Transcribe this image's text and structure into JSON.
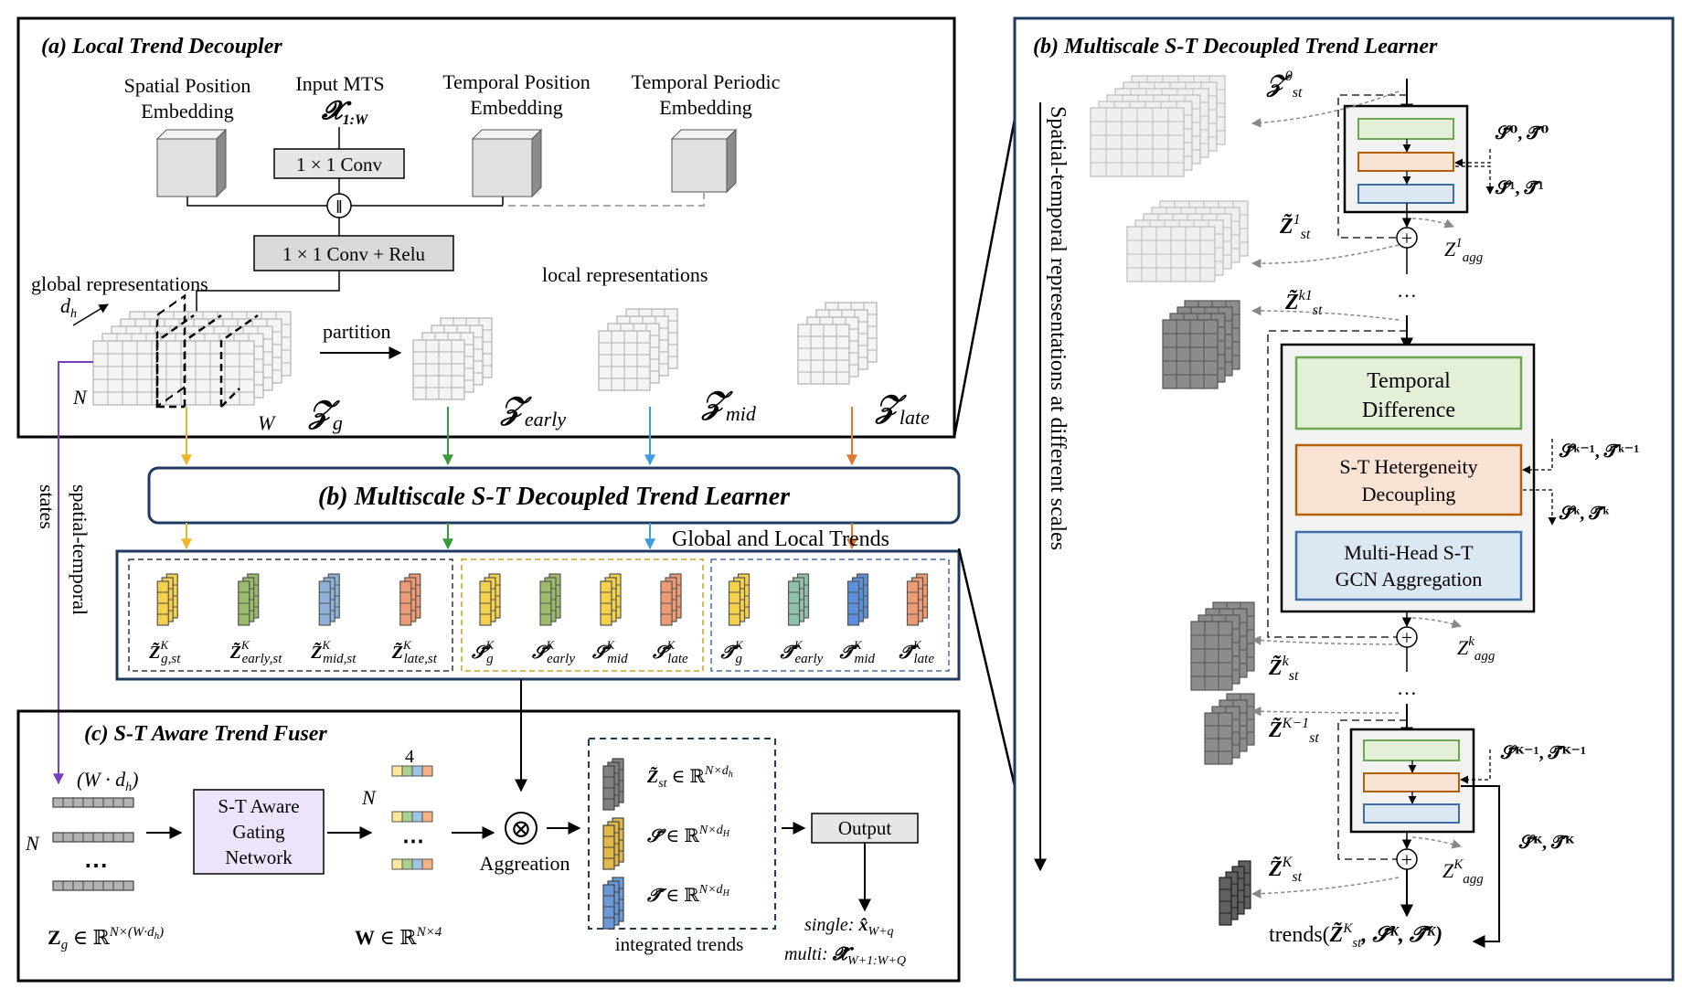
{
  "panel_a": {
    "title": "(a) Local Trend Decoupler",
    "spatial_pos_label": [
      "Spatial Position",
      "Embedding"
    ],
    "input_label": "Input MTS",
    "input_symbol": "𝓧",
    "input_sub": "1:W",
    "temporal_pos_label": [
      "Temporal Position",
      "Embedding"
    ],
    "temporal_per_label": [
      "Temporal Periodic",
      "Embedding"
    ],
    "conv1": "1 × 1 Conv",
    "conv2": "1 × 1 Conv + Relu",
    "concat_symbol": "‖",
    "global_label": "global representations",
    "local_label": "local representations",
    "dh_label": "d",
    "dh_sub": "h",
    "partition_label": "partition",
    "n_label": "N",
    "w_label": "W",
    "zg": "𝒵",
    "zg_sub": "g",
    "zearly": "𝒵",
    "zearly_sub": "early",
    "zmid": "𝒵",
    "zmid_sub": "mid",
    "zlate": "𝒵",
    "zlate_sub": "late"
  },
  "side": {
    "st_states": [
      "spatial-temporal",
      "states"
    ],
    "learner_title": "(b) Multiscale S-T Decoupled Trend Learner",
    "trends_label": "Global and Local Trends"
  },
  "trend_groups": [
    {
      "border": "#333333",
      "items": [
        {
          "sym": "Z̃",
          "sup": "K",
          "sub": "g,st",
          "color": "#f5d04a"
        },
        {
          "sym": "Z̃",
          "sup": "K",
          "sub": "early,st",
          "color": "#9bbb6b"
        },
        {
          "sym": "Z̃",
          "sup": "K",
          "sub": "mid,st",
          "color": "#8fb0d9"
        },
        {
          "sym": "Z̃",
          "sup": "K",
          "sub": "late,st",
          "color": "#ee9a72"
        }
      ]
    },
    {
      "border": "#c8a020",
      "items": [
        {
          "sym": "𝒮̃",
          "sup": "K",
          "sub": "g",
          "color": "#f5d04a"
        },
        {
          "sym": "𝒮̃",
          "sup": "K",
          "sub": "early",
          "color": "#9bbb6b"
        },
        {
          "sym": "𝒮̃",
          "sup": "K",
          "sub": "mid",
          "color": "#f5d04a"
        },
        {
          "sym": "𝒮̃",
          "sup": "K",
          "sub": "late",
          "color": "#ee9a72"
        }
      ]
    },
    {
      "border": "#4a6fa5",
      "items": [
        {
          "sym": "𝒯̃",
          "sup": "K",
          "sub": "g",
          "color": "#f5d04a"
        },
        {
          "sym": "𝒯̃",
          "sup": "K",
          "sub": "early",
          "color": "#8fc2a8"
        },
        {
          "sym": "𝒯̃",
          "sup": "K",
          "sub": "mid",
          "color": "#5b8fd9"
        },
        {
          "sym": "𝒯̃",
          "sup": "K",
          "sub": "late",
          "color": "#ee9a72"
        }
      ]
    }
  ],
  "panel_c": {
    "title": "(c) S-T Aware Trend Fuser",
    "wdh_label": "(W · d",
    "wdh_sub": "h",
    "wdh_close": ")",
    "n_label": "N",
    "gating": [
      "S-T Aware",
      "Gating",
      "Network"
    ],
    "four_label": "4",
    "n2_label": "N",
    "dots": "⋯",
    "aggregation": "Aggreation",
    "otimes": "⊗",
    "zg_formula": "Z",
    "zg_formula_sub": "g",
    "zg_formula_rest": " ∈ ℝ",
    "zg_formula_sup": "N×(W·d",
    "zg_formula_sup2": "h",
    "zg_formula_sup3": ")",
    "w_formula": "W",
    "w_formula_rest": " ∈ ℝ",
    "w_formula_sup": "N×4",
    "integrated": [
      {
        "sym": "Z̃",
        "sub": "st",
        "sup": "N×d",
        "supsub": "h",
        "color": "#808080"
      },
      {
        "sym": "𝒮̃",
        "sub": "",
        "sup": "N×d",
        "supsub": "H",
        "color": "#e0b84a"
      },
      {
        "sym": "𝒯̃",
        "sub": "",
        "sup": "N×d",
        "supsub": "H",
        "color": "#6a98d8"
      }
    ],
    "in_r": " ∈ ℝ",
    "integrated_label": "integrated trends",
    "output_label": "Output",
    "single_prefix": "single: ",
    "single_sym": "x̂",
    "single_sub": "W+q",
    "multi_prefix": "multi: ",
    "multi_sym": "𝓧̂",
    "multi_sub": "W+1:W+Q"
  },
  "panel_b": {
    "title": "(b) Multiscale S-T Decoupled Trend Learner",
    "vertical_label": "Spatial-temporal representations at different scales",
    "z0": {
      "sym": "𝒵",
      "sup": "0",
      "sub": "st"
    },
    "s0t0": "𝒮̃⁰, 𝒯̃⁰",
    "s1t1": "𝒮̃¹, 𝒯̃¹",
    "z1": {
      "sym": "Z̃",
      "sup": "1",
      "sub": "st"
    },
    "z1agg": {
      "sym": "Z",
      "sup": "1",
      "sub": "agg"
    },
    "zk1": {
      "sym": "Z̃",
      "sup": "k1",
      "sub": "st"
    },
    "temporal_diff": [
      "Temporal",
      "Difference"
    ],
    "st_het": [
      "S-T Hetergeneity",
      "Decoupling"
    ],
    "multi_head": [
      "Multi-Head S-T",
      "GCN Aggregation"
    ],
    "sk1tk1": "𝒮̃ᵏ⁻¹, 𝒯̃ᵏ⁻¹",
    "sktk": "𝒮̃ᵏ, 𝒯̃ᵏ",
    "zk": {
      "sym": "Z̃",
      "sup": "k",
      "sub": "st"
    },
    "zkagg": {
      "sym": "Z",
      "sup": "k",
      "sub": "agg"
    },
    "zK1": {
      "sym": "Z̃",
      "sup": "K−1",
      "sub": "st"
    },
    "sK1tK1": "𝒮̃ᴷ⁻¹, 𝒯̃ᴷ⁻¹",
    "sKtK": "𝒮̃ᴷ, 𝒯̃ᴷ",
    "zK": {
      "sym": "Z̃",
      "sup": "K",
      "sub": "st"
    },
    "zKagg": {
      "sym": "Z",
      "sup": "K",
      "sub": "agg"
    },
    "vdots": "⋮",
    "trends_out": "trends(",
    "trends_z": "Z̃",
    "trends_zsup": "K",
    "trends_zsub": "st",
    "trends_rest": ", 𝒮̃ᴷ, 𝒯̃ᴷ)"
  },
  "colors": {
    "yellow_arrow": "#f0b429",
    "green_arrow": "#3a9a3a",
    "blue_arrow": "#3b9de0",
    "orange_arrow": "#e07b2e",
    "purple_line": "#7a3fbf",
    "green_box": "#e3efd6",
    "green_border": "#6aa84f",
    "orange_box": "#f8e2d3",
    "orange_border": "#b45f06",
    "blue_box": "#dce7f4",
    "blue_border": "#3d6ea8",
    "gating_fill": "#ede4fb",
    "dark_border": "#1f3a5f"
  }
}
